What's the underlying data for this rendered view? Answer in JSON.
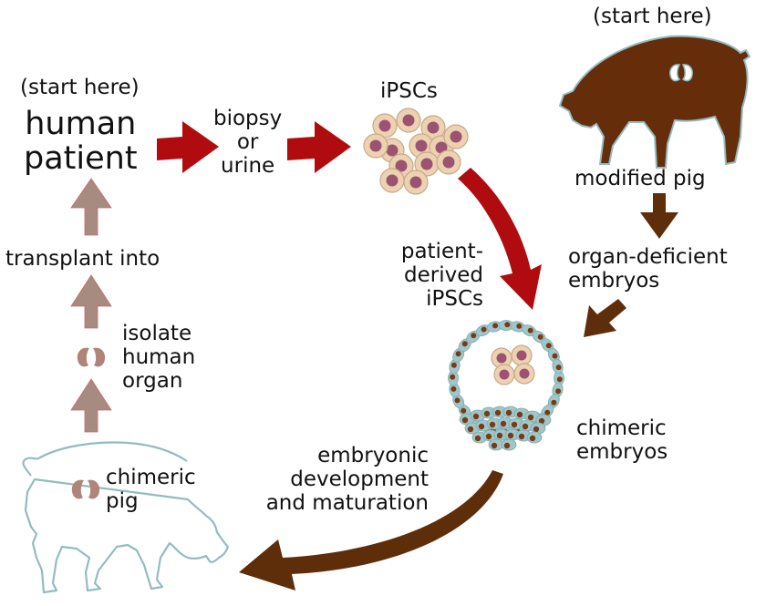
{
  "colors": {
    "red_arrow": "#b00c0f",
    "brown_arrow": "#5e2e0a",
    "brown_pig": "#662d0a",
    "pig_outline": "#93bcc0",
    "human_arrow": "#a88b80",
    "kidney": "#b08478",
    "cell_outer": "#ecd2b0",
    "cell_inner": "#9c5272",
    "embryo_blue": "#9fc7cb",
    "embryo_brown": "#7a3b12"
  },
  "nodes": {
    "human_patient": {
      "hint": "(start here)",
      "lines": [
        "human",
        "patient"
      ]
    },
    "biopsy": {
      "lines": [
        "biopsy",
        "or",
        "urine"
      ]
    },
    "ipscs": {
      "label": "iPSCs"
    },
    "modified_pig": {
      "hint": "(start here)",
      "label": "modified pig"
    },
    "organ_deficient": {
      "lines": [
        "organ-deficient",
        "embryos"
      ]
    },
    "patient_derived": {
      "lines": [
        "patient-",
        "derived",
        "iPSCs"
      ]
    },
    "chimeric_embryos": {
      "lines": [
        "chimeric",
        "embryos"
      ]
    },
    "embryonic_dev": {
      "lines": [
        "embryonic",
        "development",
        "and maturation"
      ]
    },
    "chimeric_pig": {
      "lines": [
        "chimeric",
        "pig"
      ]
    },
    "isolate_organ": {
      "lines": [
        "isolate",
        "human",
        "organ"
      ]
    },
    "transplant": {
      "label": "transplant into"
    }
  },
  "icons": {
    "pig_silhouette": "pig-icon",
    "pig_outline": "pig-outline-icon",
    "kidney": "kidney-icon",
    "cell_cluster": "cell-cluster-icon",
    "blastocyst": "blastocyst-icon",
    "arrow": "arrow-icon"
  }
}
